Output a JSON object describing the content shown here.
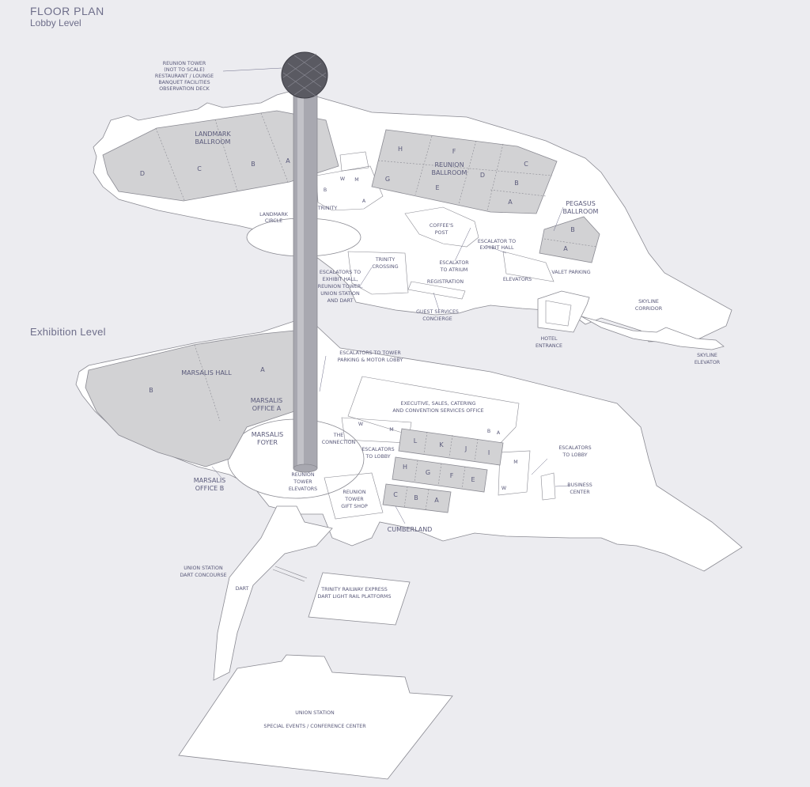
{
  "header": {
    "title": "FLOOR PLAN",
    "subtitle": "Lobby Level"
  },
  "exhibition_level": {
    "title": "Exhibition Level"
  },
  "tower": {
    "lines": [
      "REUNION TOWER",
      "(NOT TO SCALE)",
      "RESTAURANT / LOUNGE",
      "BANQUET FACILITIES",
      "OBSERVATION DECK"
    ]
  },
  "lobby": {
    "landmark_ballroom": [
      "LANDMARK",
      "BALLROOM"
    ],
    "landmark_sections": [
      "D",
      "C",
      "B",
      "A"
    ],
    "reunion_ballroom": [
      "REUNION",
      "BALLROOM"
    ],
    "reunion_sections": [
      "H",
      "F",
      "C",
      "G",
      "D",
      "B",
      "E",
      "A"
    ],
    "pegasus_ballroom": [
      "PEGASUS",
      "BALLROOM"
    ],
    "pegasus_sections": [
      "B",
      "A"
    ],
    "trinity": "TRINITY",
    "trinity_w": "W",
    "trinity_m": "M",
    "trinity_b": "B",
    "trinity_a": "A",
    "landmark_circle": [
      "LANDMARK",
      "CIRCLE"
    ],
    "coffee_post": [
      "COFFEE'S",
      "POST"
    ],
    "escalator_exhibit_hall": [
      "ESCALATOR TO",
      "EXHIBIT HALL"
    ],
    "escalator_atrium": [
      "ESCALATOR",
      "TO ATRIUM"
    ],
    "trinity_crossing": [
      "TRINITY",
      "CROSSING"
    ],
    "escalators_to": [
      "ESCALATORS TO",
      "EXHIBIT HALL,",
      "REUNION TOWER,",
      "UNION STATION",
      "AND DART"
    ],
    "registration": "REGISTRATION",
    "elevators": "ELEVATORS",
    "valet_parking": "VALET PARKING",
    "guest_services": [
      "GUEST SERVICES",
      "CONCIERGE"
    ],
    "skyline_corridor": [
      "SKYLINE",
      "CORRIDOR"
    ],
    "hotel_entrance": [
      "HOTEL",
      "ENTRANCE"
    ],
    "skyline_elevator": [
      "SKYLINE",
      "ELEVATOR"
    ]
  },
  "exhibition": {
    "escalators_tower_parking": [
      "ESCALATORS TO TOWER",
      "PARKING & MOTOR LOBBY"
    ],
    "marsalis_hall": "MARSALIS HALL",
    "marsalis_sections": [
      "B",
      "A"
    ],
    "marsalis_office_a": [
      "MARSALIS",
      "OFFICE A"
    ],
    "marsalis_foyer": [
      "MARSALIS",
      "FOYER"
    ],
    "marsalis_office_b": [
      "MARSALIS",
      "OFFICE B"
    ],
    "executive": [
      "EXECUTIVE, SALES, CATERING",
      "AND CONVENTION SERVICES OFFICE"
    ],
    "the_connection": [
      "THE",
      "CONNECTION"
    ],
    "escalators_lobby_left": [
      "ESCALATORS",
      "TO LOBBY"
    ],
    "escalators_lobby_right": [
      "ESCALATORS",
      "TO LOBBY"
    ],
    "exec_w": "W",
    "exec_m": "M",
    "office_b": "B",
    "office_a": "A",
    "room_row1": [
      "L",
      "K",
      "J",
      "I"
    ],
    "room_row2": [
      "H",
      "G",
      "F",
      "E"
    ],
    "room_row3": [
      "C",
      "B",
      "A"
    ],
    "side_m": "M",
    "side_w": "W",
    "reunion_tower_elevators": [
      "REUNION",
      "TOWER",
      "ELEVATORS"
    ],
    "gift_shop": [
      "REUNION",
      "TOWER",
      "GIFT SHOP"
    ],
    "business_center": [
      "BUSINESS",
      "CENTER"
    ],
    "cumberland": "CUMBERLAND",
    "union_station_dart": [
      "UNION STATION",
      "DART CONCOURSE"
    ],
    "dart": "DART",
    "trinity_railway": [
      "TRINITY RAILWAY EXPRESS",
      "DART LIGHT RAIL PLATFORMS"
    ],
    "union_station": "UNION STATION",
    "special_events": "SPECIAL EVENTS / CONFERENCE CENTER"
  }
}
